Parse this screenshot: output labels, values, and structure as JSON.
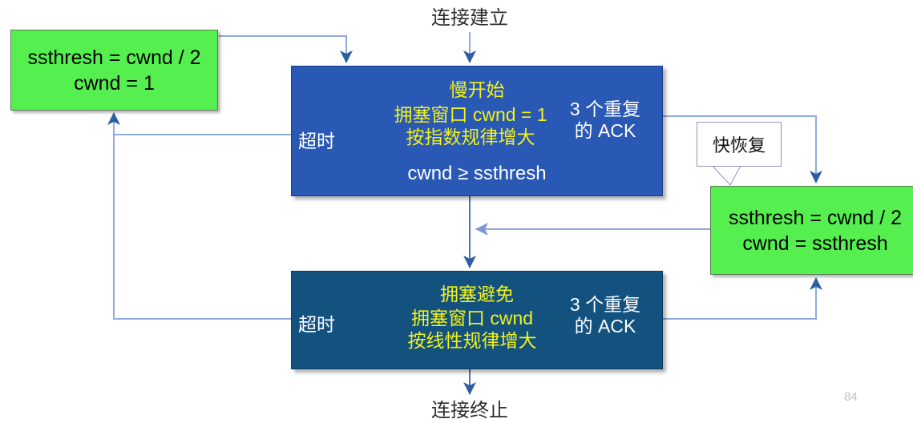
{
  "page": {
    "number": "84",
    "top_caption": "连接建立",
    "bottom_caption": "连接终止"
  },
  "colors": {
    "green_fill": "#55f050",
    "slow_start_fill": "#2a58b5",
    "congestion_avoidance_fill": "#13517f",
    "yellow_text": "#f2f21a",
    "white_text": "#ffffff",
    "connector": "#8faadc",
    "arrow_dark": "#2e5fa3",
    "callout_border": "#9b8fc0"
  },
  "nodes": {
    "reset_box": {
      "line1": "ssthresh = cwnd / 2",
      "line2": "cwnd = 1"
    },
    "slow_start": {
      "title": "慢开始",
      "body_line1": "拥塞窗口 cwnd = 1",
      "body_line2": "按指数规律增大",
      "condition": "cwnd ≥ ssthresh",
      "left_label": "超时",
      "right_label_line1": "3 个重复",
      "right_label_line2": "的 ACK"
    },
    "congestion_avoidance": {
      "title": "拥塞避免",
      "body_line1": "拥塞窗口 cwnd",
      "body_line2": "按线性规律增大",
      "left_label": "超时",
      "right_label_line1": "3 个重复",
      "right_label_line2": "的 ACK"
    },
    "fast_recovery_box": {
      "line1": "ssthresh = cwnd / 2",
      "line2": "cwnd = ssthresh"
    },
    "fast_recovery_callout": {
      "label": "快恢复"
    }
  }
}
